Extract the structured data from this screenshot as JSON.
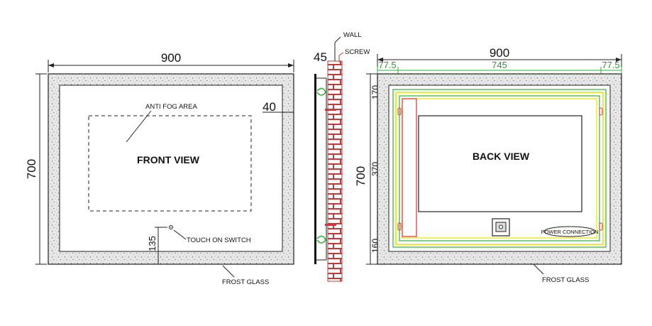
{
  "front": {
    "title": "FRONT VIEW",
    "width_dim": "900",
    "height_dim": "700",
    "border_dim": "40",
    "switch_dim": "135",
    "anti_fog_label": "ANTI FOG AREA",
    "switch_label": "TOUCH ON SWITCH",
    "frost_label": "FROST GLASS"
  },
  "side": {
    "depth_dim": "45",
    "wall_label": "WALL",
    "screw_label": "SCREW"
  },
  "back": {
    "title": "BACK VIEW",
    "width_dim": "900",
    "height_dim": "700",
    "left_margin_dim": "77.5",
    "center_dim": "745",
    "right_margin_dim": "77.5",
    "top_dim": "170",
    "mid_dim": "370",
    "bottom_dim": "160",
    "power_label": "POWER CONNECTION",
    "frost_label": "FROST GLASS"
  },
  "colors": {
    "frame_fill": "#ececec",
    "brick": "#c23b3b",
    "green": "#2fb52f",
    "yellow": "#e6e600",
    "red": "#e03030"
  }
}
